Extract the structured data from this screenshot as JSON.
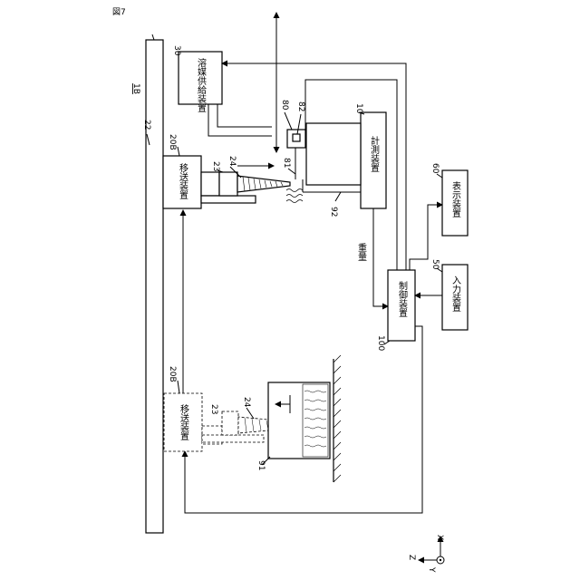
{
  "figure_label": "図7",
  "system_label": "1B",
  "refs": {
    "rail": "22",
    "solvent_supply": "30",
    "transfer_top": "20B",
    "transfer_bottom": "20B",
    "part_23_top": "23",
    "part_24_top": "24",
    "part_23_bottom": "23",
    "part_24_bottom": "24",
    "sensor_80": "80",
    "sensor_82": "82",
    "nozzle_81": "81",
    "measuring": "10",
    "liquid_92": "92",
    "liquid_91": "91",
    "display": "60",
    "input": "50",
    "controller": "100"
  },
  "boxes": {
    "solvent_supply": "溶媒供給装置",
    "transfer_top": "移送装置",
    "transfer_bottom": "移送装置",
    "measuring": "計測装置",
    "display": "表示装置",
    "input": "入力装置",
    "controller": "制御装置"
  },
  "signal_weight": "重量",
  "axes": {
    "x": "X",
    "z": "Z",
    "y": "Y"
  }
}
